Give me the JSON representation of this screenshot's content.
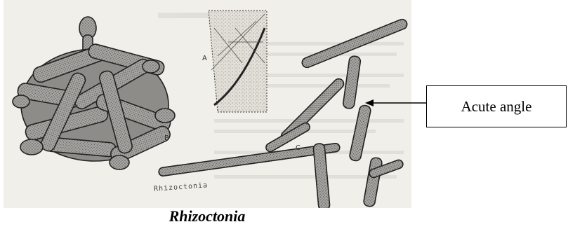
{
  "figure": {
    "panel_labels": [
      "A",
      "B",
      "C"
    ],
    "embedded_label": "Rhizoctonia"
  },
  "callout": {
    "text": "Acute angle"
  },
  "caption": {
    "text": "Rhizoctonia"
  }
}
